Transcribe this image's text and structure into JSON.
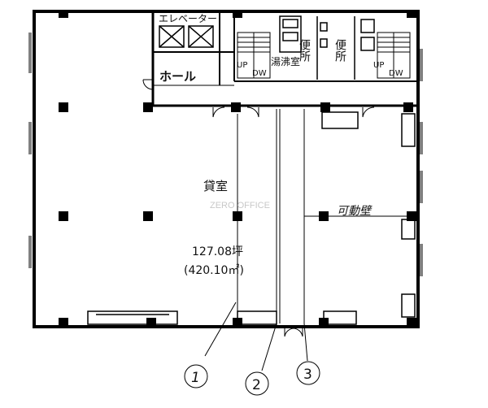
{
  "plan": {
    "elevator_label": "エレベーター",
    "hall_label": "ホール",
    "rental_room_label": "貸室",
    "area_tsubo": "127.08坪",
    "area_m2": "(420.10㎡)",
    "toilet_left_label": "便所",
    "toilet_right_label": "便所",
    "kitchenette_label": "湯沸室",
    "stair_left_up": "UP",
    "stair_left_down": "DW",
    "stair_right_up": "UP",
    "stair_right_down": "DW",
    "movable_wall_label": "可動壁",
    "partition_markers": [
      "1",
      "2",
      "3"
    ],
    "watermark": "ZERO OFFICE"
  }
}
